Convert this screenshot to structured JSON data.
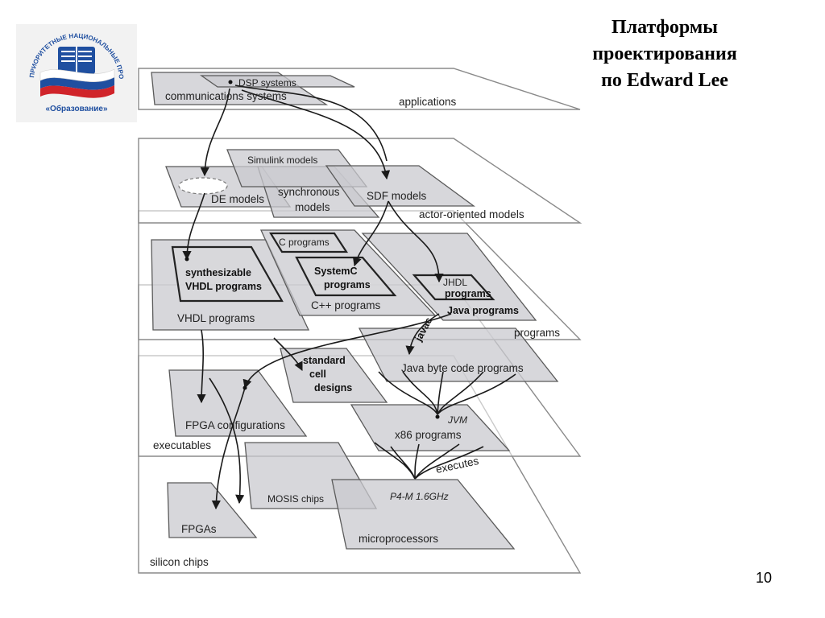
{
  "title": [
    "Платформы",
    "проектирования",
    "по Edward Lee"
  ],
  "slide_number": "10",
  "logo": {
    "ring_text": "ПРИОРИТЕТНЫЕ НАЦИОНАЛЬНЫЕ ПРОЕКТЫ",
    "name_text": "«Образование»"
  },
  "layers": {
    "applications": "applications",
    "actor_oriented": "actor-oriented models",
    "programs": "programs",
    "executables": "executables",
    "silicon": "silicon chips"
  },
  "nodes": {
    "dsp": "DSP systems",
    "communications": "communications systems",
    "simulink": "Simulink models",
    "de_models": "DE models",
    "synchronous_1": "synchronous",
    "synchronous_2": "models",
    "sdf": "SDF models",
    "c_programs": "C programs",
    "systemc_1": "SystemC",
    "systemc_2": "programs",
    "cpp_programs": "C++ programs",
    "synth_vhdl_1": "synthesizable",
    "synth_vhdl_2": "VHDL programs",
    "vhdl_programs": "VHDL programs",
    "jhdl": "JHDL",
    "jhdl_programs": "programs",
    "java_programs": "Java programs",
    "javac": "javac",
    "std_cell_1": "standard",
    "std_cell_2": "cell",
    "std_cell_3": "designs",
    "java_byte": "Java byte code programs",
    "fpga_configs": "FPGA configurations",
    "jvm": "JVM",
    "x86": "x86 programs",
    "executes": "executes",
    "mosis": "MOSIS chips",
    "p4m": "P4-M 1.6GHz",
    "fpgas": "FPGAs",
    "microprocessors": "microprocessors"
  },
  "colors": {
    "box_fill": "#c9c9cf",
    "layer_stroke": "#8a8a8a",
    "arrow": "#1a1a1a",
    "logo_blue": "#1f4fa0",
    "logo_red": "#d0242a"
  }
}
